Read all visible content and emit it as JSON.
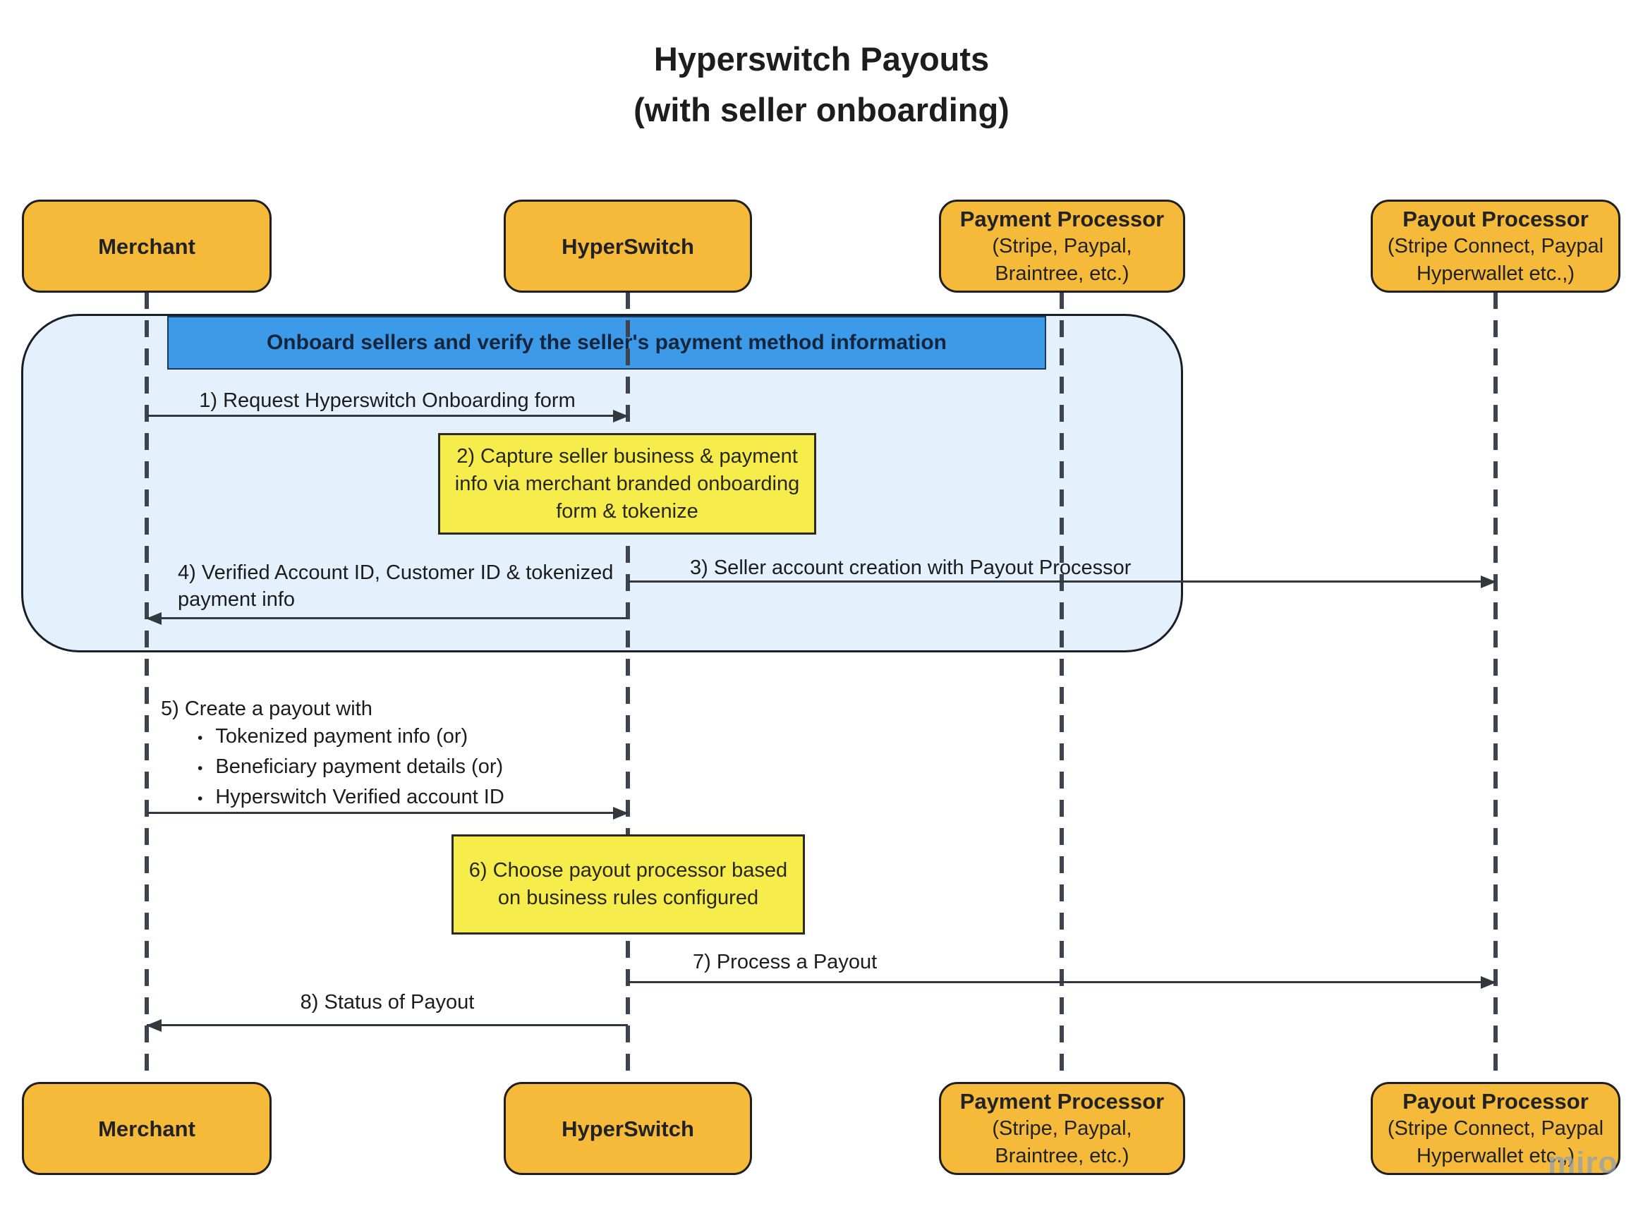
{
  "title": {
    "line1": "Hyperswitch Payouts",
    "line2": "(with seller onboarding)"
  },
  "actors": {
    "merchant": {
      "label": "Merchant"
    },
    "hyperswitch": {
      "label": "HyperSwitch"
    },
    "payment_processor": {
      "label": "Payment Processor",
      "sub1": "(Stripe, Paypal,",
      "sub2": "Braintree, etc.)"
    },
    "payout_processor": {
      "label": "Payout Processor",
      "sub1": "(Stripe Connect, Paypal",
      "sub2": "Hyperwallet etc.,)"
    }
  },
  "group": {
    "header": "Onboard sellers and verify the seller's payment method information"
  },
  "messages": {
    "m1": {
      "label": "1) Request Hyperswitch Onboarding form"
    },
    "m3": {
      "label": "3) Seller account creation with Payout Processor"
    },
    "m4": {
      "label": "4) Verified Account ID, Customer ID & tokenized payment info"
    },
    "m5": {
      "label": "5) Create a payout with",
      "bullet_char": "•",
      "bullets": [
        "Tokenized payment info (or)",
        "Beneficiary payment details (or)",
        "Hyperswitch Verified account ID"
      ]
    },
    "m7": {
      "label": "7) Process a Payout"
    },
    "m8": {
      "label": "8) Status of Payout"
    }
  },
  "notes": {
    "n2": {
      "text": "2) Capture seller business & payment info via merchant branded onboarding form & tokenize"
    },
    "n6": {
      "text": "6) Choose payout processor based on business rules configured"
    }
  },
  "watermark": "miro",
  "colors": {
    "actor_fill": "#F5BA3A",
    "note_fill": "#F6EC4B",
    "group_header_fill": "#3D9AE8",
    "group_frame_fill": "#E4F0FC",
    "arrow_line": "#33383e",
    "lifeline": "#3d4450",
    "text": "#1c1c1c"
  }
}
